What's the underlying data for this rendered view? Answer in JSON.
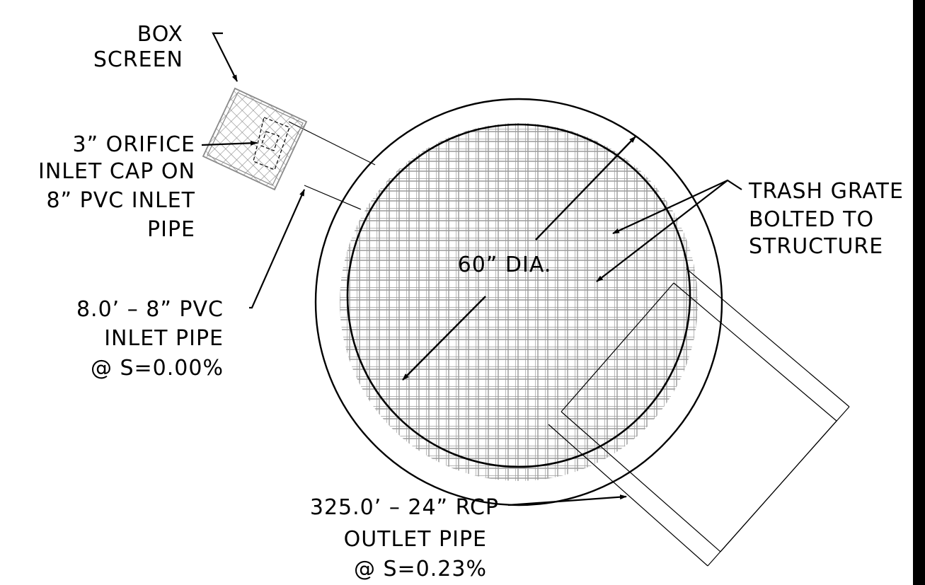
{
  "colors": {
    "ink": "#000000",
    "grate": "#9a9a9a",
    "background": "#ffffff"
  },
  "labels": {
    "box_screen": [
      "BOX",
      "SCREEN"
    ],
    "orifice": [
      "3” ORIFICE",
      "INLET CAP ON",
      "8” PVC INLET",
      "PIPE"
    ],
    "inlet_pipe": [
      "8.0’ – 8” PVC",
      "INLET PIPE",
      "@ S=0.00%"
    ],
    "diameter": "60” DIA.",
    "trash_grate": [
      "TRASH GRATE",
      "BOLTED TO",
      "STRUCTURE"
    ],
    "outlet_pipe": [
      "325.0’ – 24” RCP",
      "OUTLET PIPE",
      "@ S=0.23%"
    ]
  }
}
